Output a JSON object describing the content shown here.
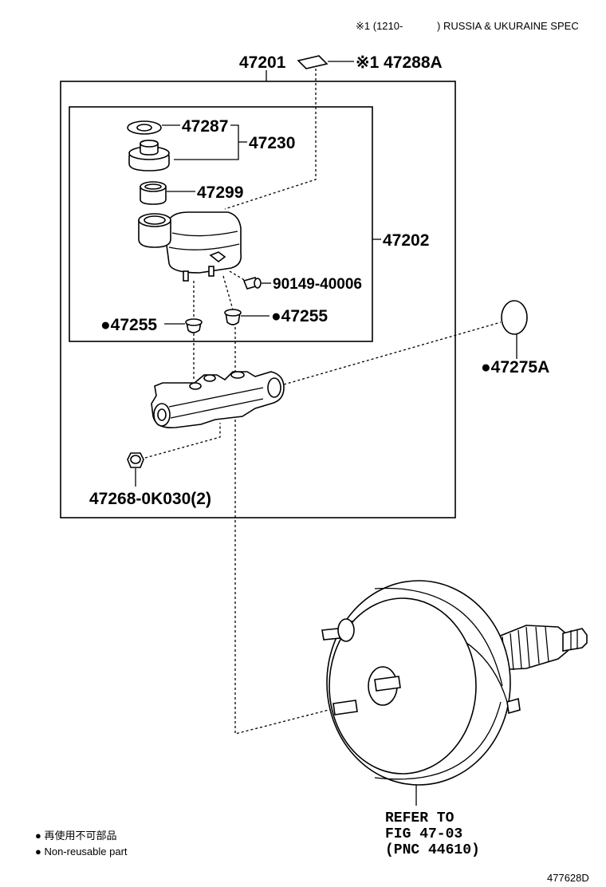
{
  "header": {
    "spec_note_part1": "※1 (1210-",
    "spec_note_part2": ") RUSSIA & UKURAINE SPEC"
  },
  "callouts": {
    "p47201": "47201",
    "p47288a": "※1 47288A",
    "p47287": "47287",
    "p47230": "47230",
    "p47299": "47299",
    "p47202": "47202",
    "p90149": "90149-40006",
    "p47255_left": "●47255",
    "p47255_right": "●47255",
    "p47275a": "●47275A",
    "p47268": "47268-0K030(2)"
  },
  "reference": {
    "line1": "REFER TO",
    "line2": "FIG 47-03",
    "line3": "(PNC 44610)"
  },
  "legend": {
    "jp_label": "● 再使用不可部品",
    "en_label": "● Non-reusable part"
  },
  "diagram_id": "477628D"
}
